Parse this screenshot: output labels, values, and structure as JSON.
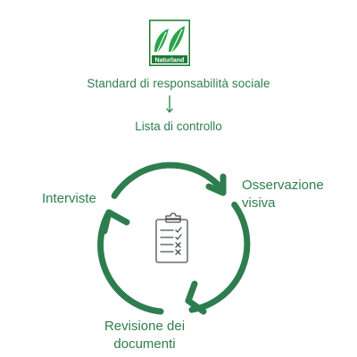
{
  "logo": {
    "name": "naturland-logo",
    "text": "Naturland",
    "colors": {
      "green": "#2aa54a",
      "border": "#1e7a35"
    }
  },
  "header": {
    "title": "Standard di responsabilità sociale",
    "subtitle": "Lista di controllo"
  },
  "cycle": {
    "steps": [
      {
        "label": "Interviste"
      },
      {
        "label": "Osservazione visiva"
      },
      {
        "label": "Revisione dei documenti"
      }
    ],
    "center_icon": "clipboard-checklist-icon",
    "arrow_color": "#2e7d4f"
  },
  "colors": {
    "text": "#2e7d4f",
    "background": "#ffffff"
  }
}
